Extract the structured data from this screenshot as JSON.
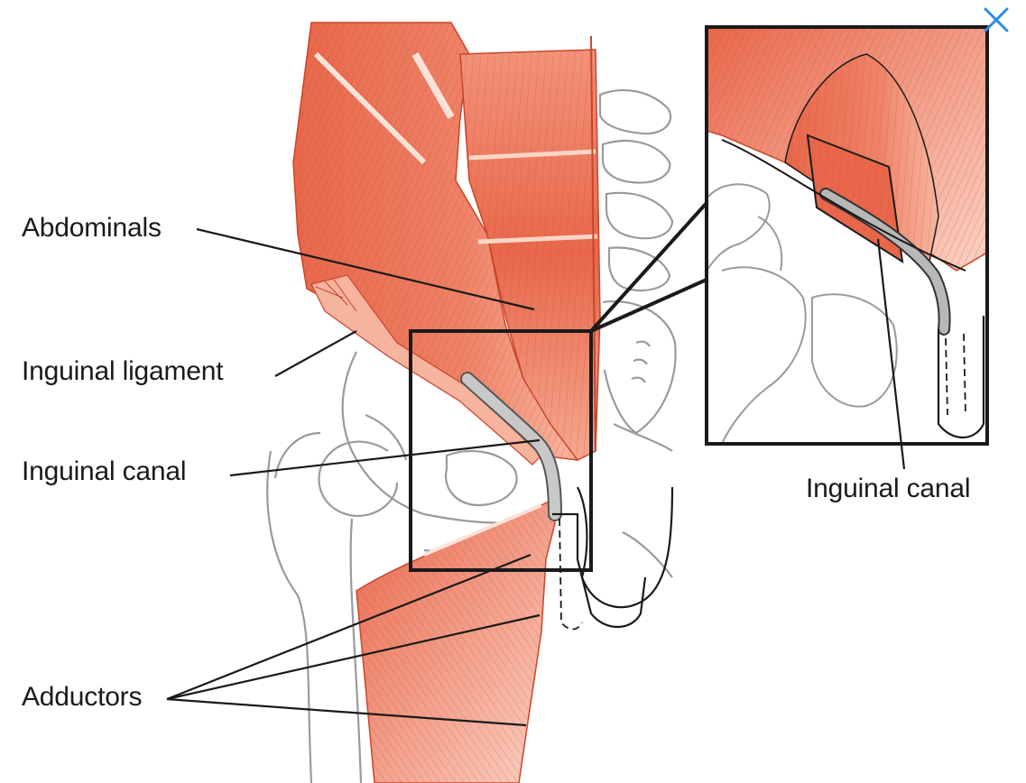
{
  "labels": {
    "abdominals": "Abdominals",
    "inguinal_ligament": "Inguinal ligament",
    "inguinal_canal": "Inguinal canal",
    "adductors": "Adductors",
    "inset_inguinal_canal": "Inguinal canal"
  },
  "close_button": {
    "icon": "close-icon",
    "color": "#2a8de8"
  },
  "colors": {
    "muscle": "#e8674a",
    "muscle_light": "#f6b39e",
    "outline": "#1a1a1a",
    "bone": "#9a9a9a",
    "canal": "#b8b8b8"
  }
}
